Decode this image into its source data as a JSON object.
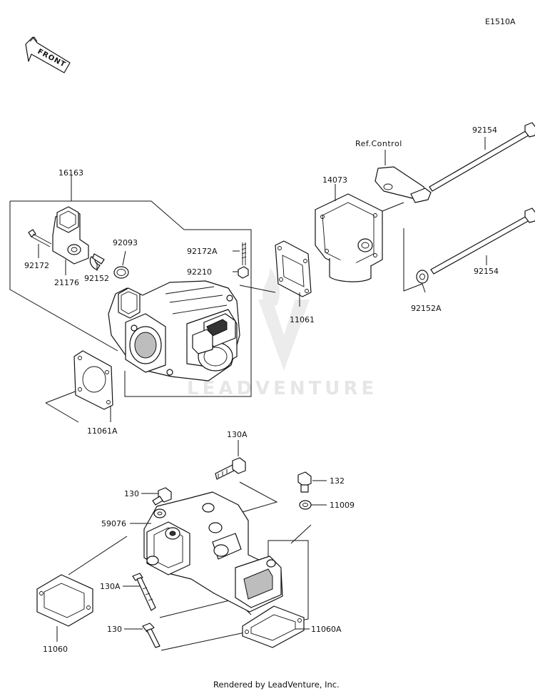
{
  "diagram_id": "E1510A",
  "front_label": "FRONT",
  "ref_label": "Ref.Control",
  "watermark": "LEADVENTURE",
  "footer": "Rendered by LeadVenture, Inc.",
  "parts": {
    "p16163": "16163",
    "p92172": "92172",
    "p21176": "21176",
    "p92152": "92152",
    "p92093": "92093",
    "p92172A": "92172A",
    "p92210": "92210",
    "p11061": "11061",
    "p11061A": "11061A",
    "p14073": "14073",
    "p92154a": "92154",
    "p92154b": "92154",
    "p92152A": "92152A",
    "p130A_top": "130A",
    "p130_top": "130",
    "p59076": "59076",
    "p130A_bot": "130A",
    "p130_bot": "130",
    "p132": "132",
    "p11009": "11009",
    "p11060": "11060",
    "p11060A": "11060A"
  }
}
